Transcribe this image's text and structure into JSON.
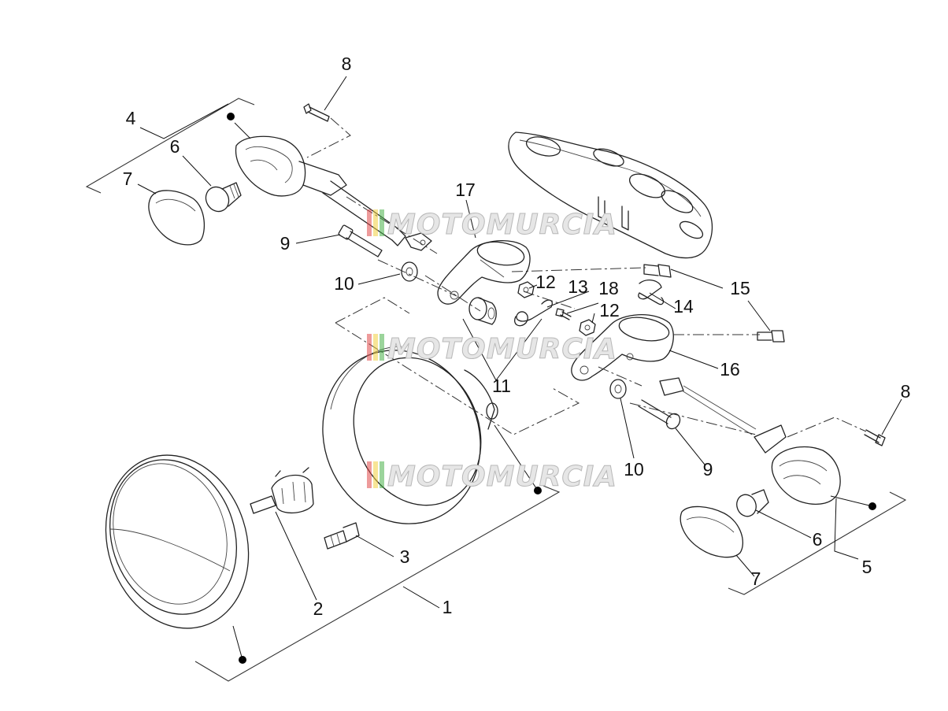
{
  "colors": {
    "line": "#222222",
    "watermark_fill": "#e6e6e6",
    "watermark_stroke": "#b8b8b8",
    "stripe_red": "#e04848",
    "stripe_yellow": "#f0d040",
    "stripe_green": "#48b048"
  },
  "watermark": {
    "text": "MOTOMURCIA"
  },
  "callouts": {
    "c1": "1",
    "c2": "2",
    "c3": "3",
    "c4": "4",
    "c5": "5",
    "c6a": "6",
    "c6b": "6",
    "c7a": "7",
    "c7b": "7",
    "c8a": "8",
    "c8b": "8",
    "c9a": "9",
    "c9b": "9",
    "c10a": "10",
    "c10b": "10",
    "c11": "11",
    "c12a": "12",
    "c12b": "12",
    "c13": "13",
    "c14": "14",
    "c15": "15",
    "c16": "16",
    "c17": "17",
    "c18": "18"
  },
  "parts": [
    "headlight-assembly",
    "headlight-bulb",
    "position-lamp-bulb",
    "turn-signal-left",
    "turn-signal-right",
    "turn-signal-bulb",
    "turn-signal-lens",
    "screw",
    "bolt",
    "washer",
    "rubber-mount",
    "nut",
    "clip",
    "spring-clip",
    "screw-m6",
    "bracket-right",
    "bracket-left",
    "screw-short",
    "upper-triple-clamp"
  ]
}
